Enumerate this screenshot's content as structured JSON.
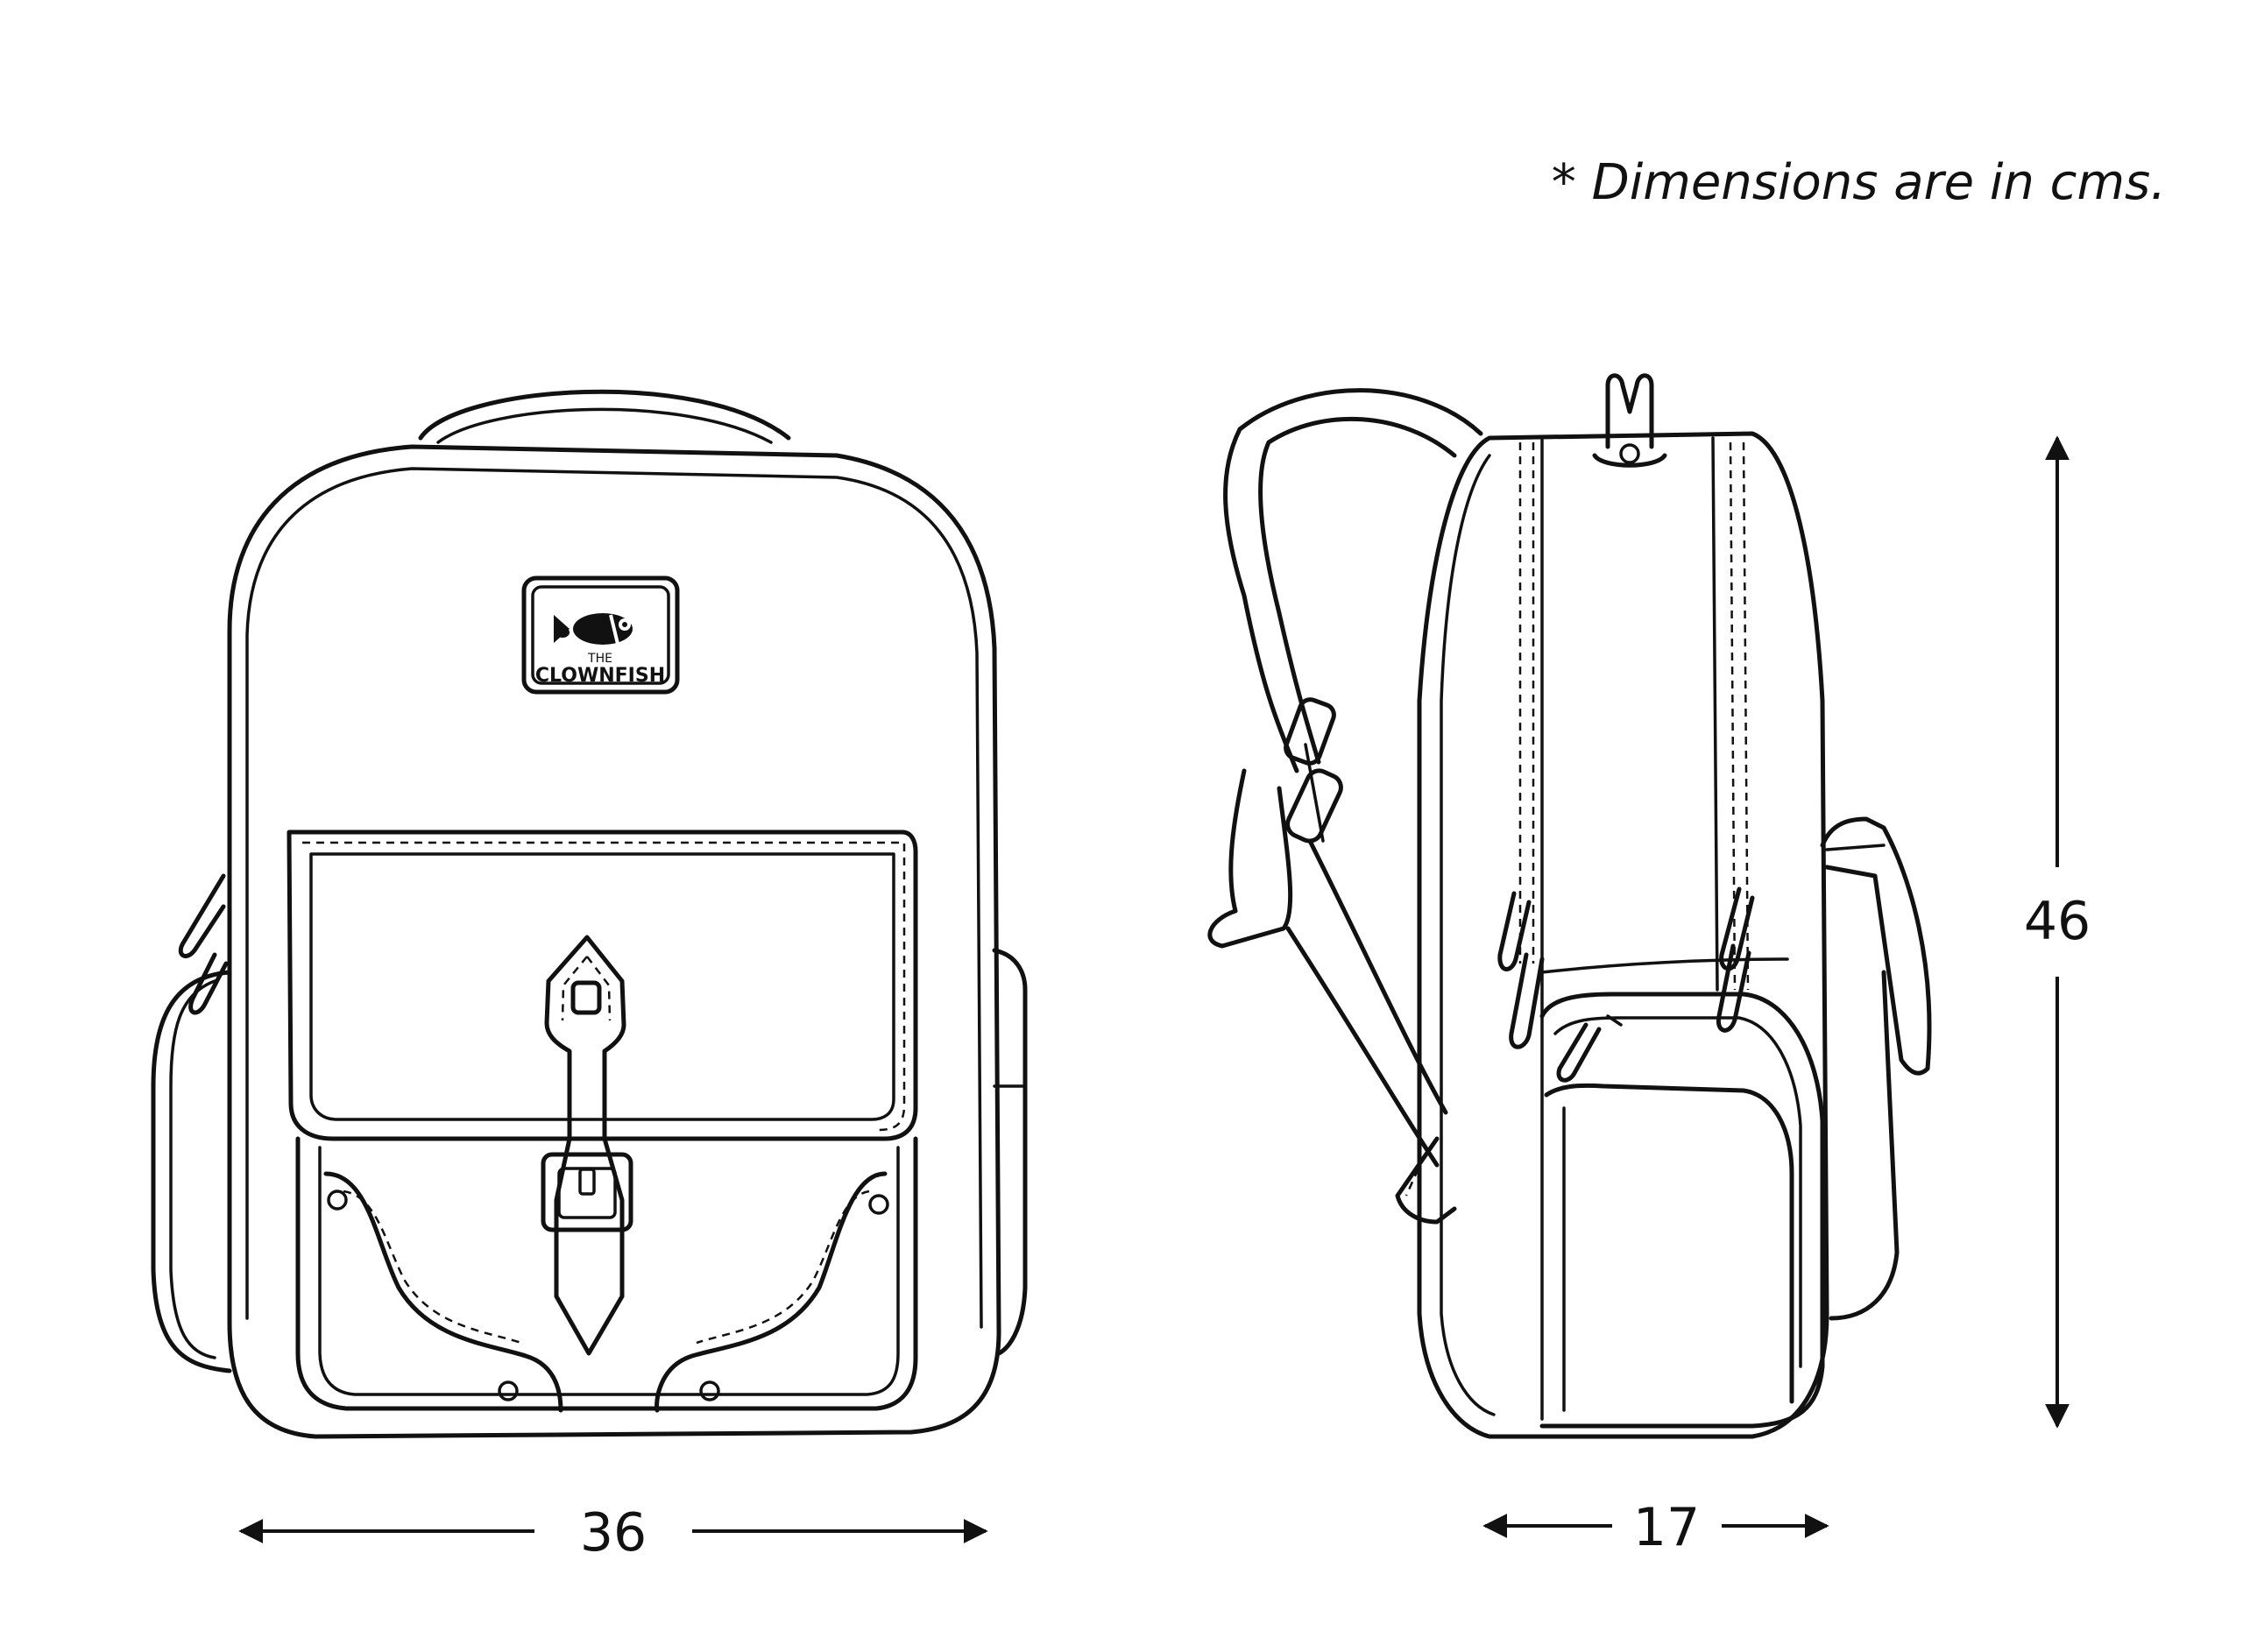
{
  "note": "* Dimensions are in cms.",
  "brand": {
    "top": "THE",
    "name": "CLOWNFISH"
  },
  "dimensions": {
    "width": "36",
    "depth": "17",
    "height": "46"
  },
  "colors": {
    "ink": "#111111",
    "background": "#ffffff"
  }
}
